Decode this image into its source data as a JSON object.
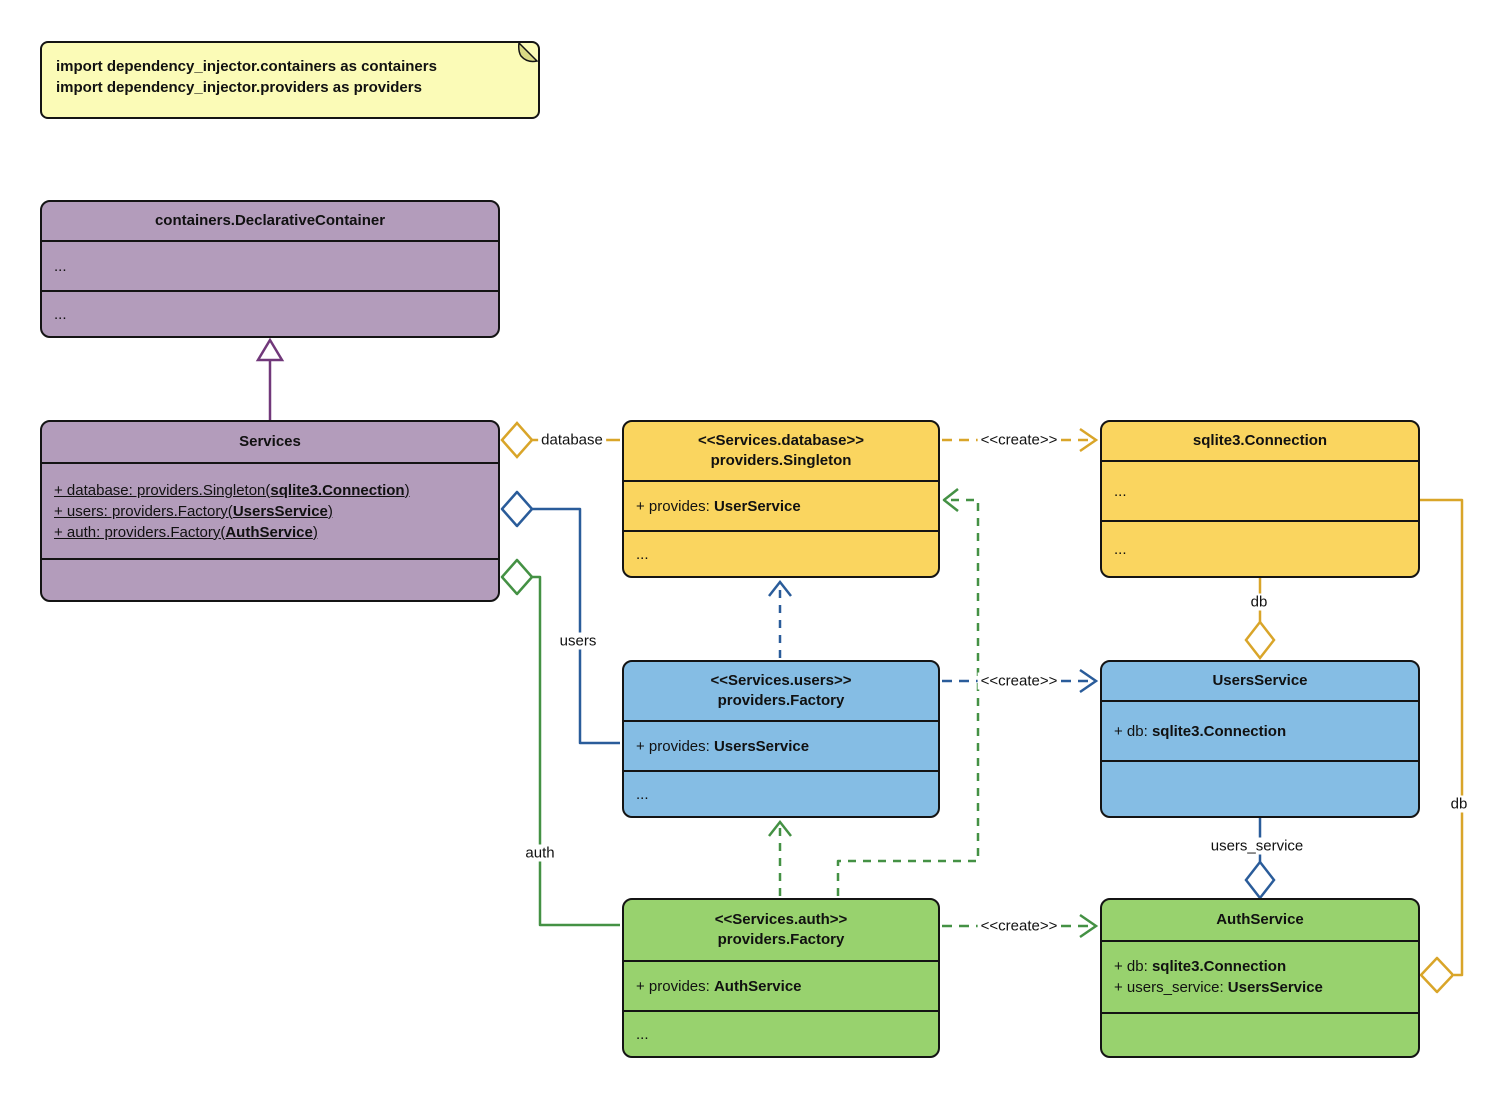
{
  "note": {
    "lines": [
      "import dependency_injector.containers as containers",
      "import dependency_injector.providers as providers"
    ]
  },
  "classes": {
    "declarative_container": {
      "title": "containers.DeclarativeContainer",
      "rows": [
        "...",
        "..."
      ]
    },
    "services": {
      "title": "Services",
      "attrs": [
        {
          "pre": "+ database: providers.Singleton(",
          "bold": "sqlite3.Connection",
          "post": ")"
        },
        {
          "pre": "+ users: providers.Factory(",
          "bold": "UsersService",
          "post": ")"
        },
        {
          "pre": "+ auth: providers.Factory(",
          "bold": "AuthService",
          "post": ")"
        }
      ]
    },
    "database_provider": {
      "stereotype": "<<Services.database>>",
      "title": "providers.Singleton",
      "provides": {
        "pre": "+ provides: ",
        "bold": "UserService"
      },
      "more": "..."
    },
    "sqlite3_connection": {
      "title": "sqlite3.Connection",
      "rows": [
        "...",
        "..."
      ]
    },
    "users_provider": {
      "stereotype": "<<Services.users>>",
      "title": "providers.Factory",
      "provides": {
        "pre": "+ provides: ",
        "bold": "UsersService"
      },
      "more": "..."
    },
    "users_service": {
      "title": "UsersService",
      "attrs": [
        {
          "pre": "+ db: ",
          "bold": "sqlite3.Connection"
        }
      ]
    },
    "auth_provider": {
      "stereotype": "<<Services.auth>>",
      "title": "providers.Factory",
      "provides": {
        "pre": "+ provides: ",
        "bold": "AuthService"
      },
      "more": "..."
    },
    "auth_service": {
      "title": "AuthService",
      "attrs": [
        {
          "pre": "+ db: ",
          "bold": "sqlite3.Connection"
        },
        {
          "pre": "+ users_service: ",
          "bold": "UsersService"
        }
      ]
    }
  },
  "edge_labels": {
    "database": "database",
    "users": "users",
    "auth": "auth",
    "db_users": "db",
    "db_auth": "db",
    "users_service": "users_service",
    "create": "<<create>>"
  },
  "colors": {
    "yellow_fill": "#FAD55F",
    "yellow_line": "#D9A529",
    "blue_fill": "#85BDE4",
    "blue_line": "#2A5C9A",
    "green_fill": "#98D26E",
    "green_line": "#449144",
    "purple_fill": "#B39CBB",
    "purple_line": "#71387A",
    "note_fill": "#FBFBB7",
    "border": "#141414"
  }
}
